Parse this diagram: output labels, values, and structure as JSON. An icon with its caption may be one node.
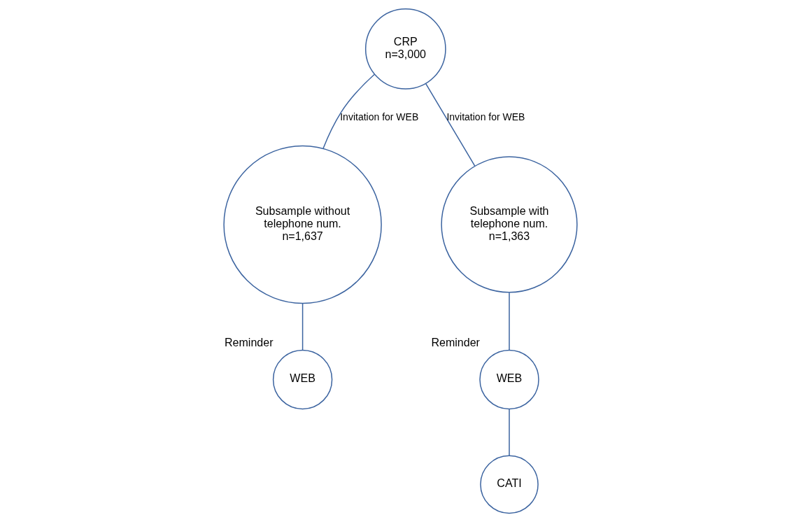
{
  "diagram": {
    "nodes": [
      {
        "text": [
          "CRP",
          "n=3,000"
        ]
      },
      {
        "text": [
          "Subsample without telephone num.",
          "n=1,637"
        ]
      },
      {
        "text": [
          "Subsample with telephone num.",
          "n=1,363"
        ]
      },
      {
        "text": [
          "WEB"
        ],
        "beside": [
          "Reminder"
        ]
      },
      {
        "text": [
          "WEB"
        ],
        "beside": [
          "Reminder"
        ]
      },
      {
        "text": [
          "CATI"
        ]
      }
    ],
    "edges": [
      {
        "from": 0,
        "to": 1,
        "arrow": "none",
        "label": "Invitation for WEB"
      },
      {
        "from": 0,
        "to": 2,
        "arrow": "none",
        "label": "Invitation for WEB"
      },
      {
        "from": 1,
        "to": 3,
        "arrow": "none"
      },
      {
        "from": 2,
        "to": 4,
        "arrow": "none"
      },
      {
        "from": 4,
        "to": 5,
        "arrow": "none"
      }
    ]
  }
}
